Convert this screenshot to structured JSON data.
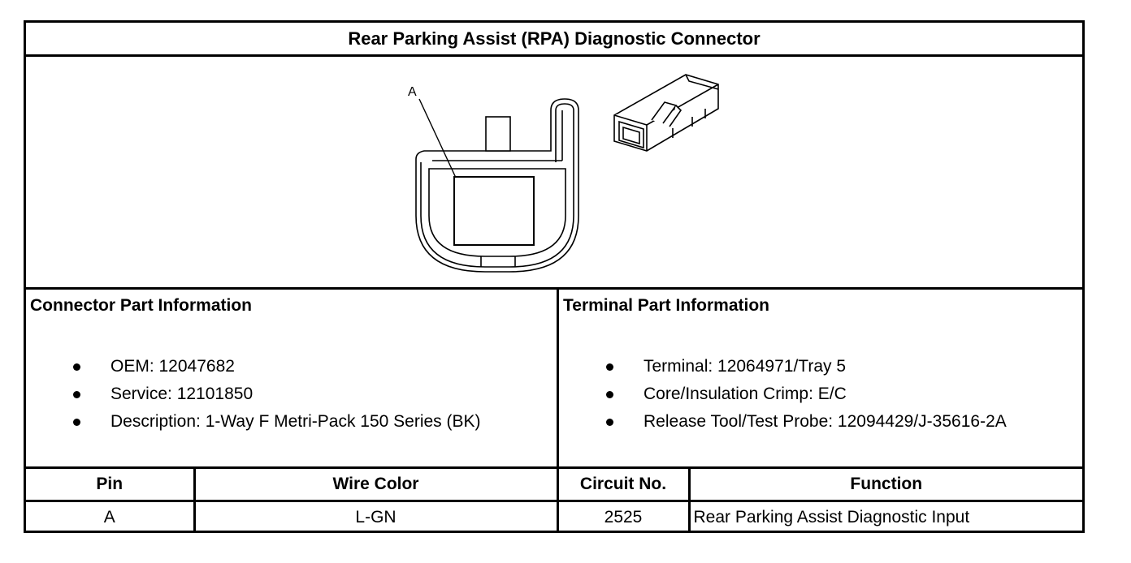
{
  "title": "Rear Parking Assist (RPA) Diagnostic Connector",
  "figure": {
    "callout_label": "A",
    "icons": [
      "connector-face-icon",
      "connector-side-icon"
    ]
  },
  "connector_info": {
    "heading": "Connector Part Information",
    "items": [
      "OEM: 12047682",
      "Service: 12101850",
      "Description: 1-Way F Metri-Pack 150 Series (BK)"
    ]
  },
  "terminal_info": {
    "heading": "Terminal Part Information",
    "items": [
      "Terminal: 12064971/Tray 5",
      "Core/Insulation Crimp: E/C",
      "Release Tool/Test Probe: 12094429/J-35616-2A"
    ]
  },
  "pin_table": {
    "headers": [
      "Pin",
      "Wire Color",
      "Circuit No.",
      "Function"
    ],
    "rows": [
      [
        "A",
        "L-GN",
        "2525",
        "Rear Parking Assist Diagnostic Input"
      ]
    ]
  }
}
